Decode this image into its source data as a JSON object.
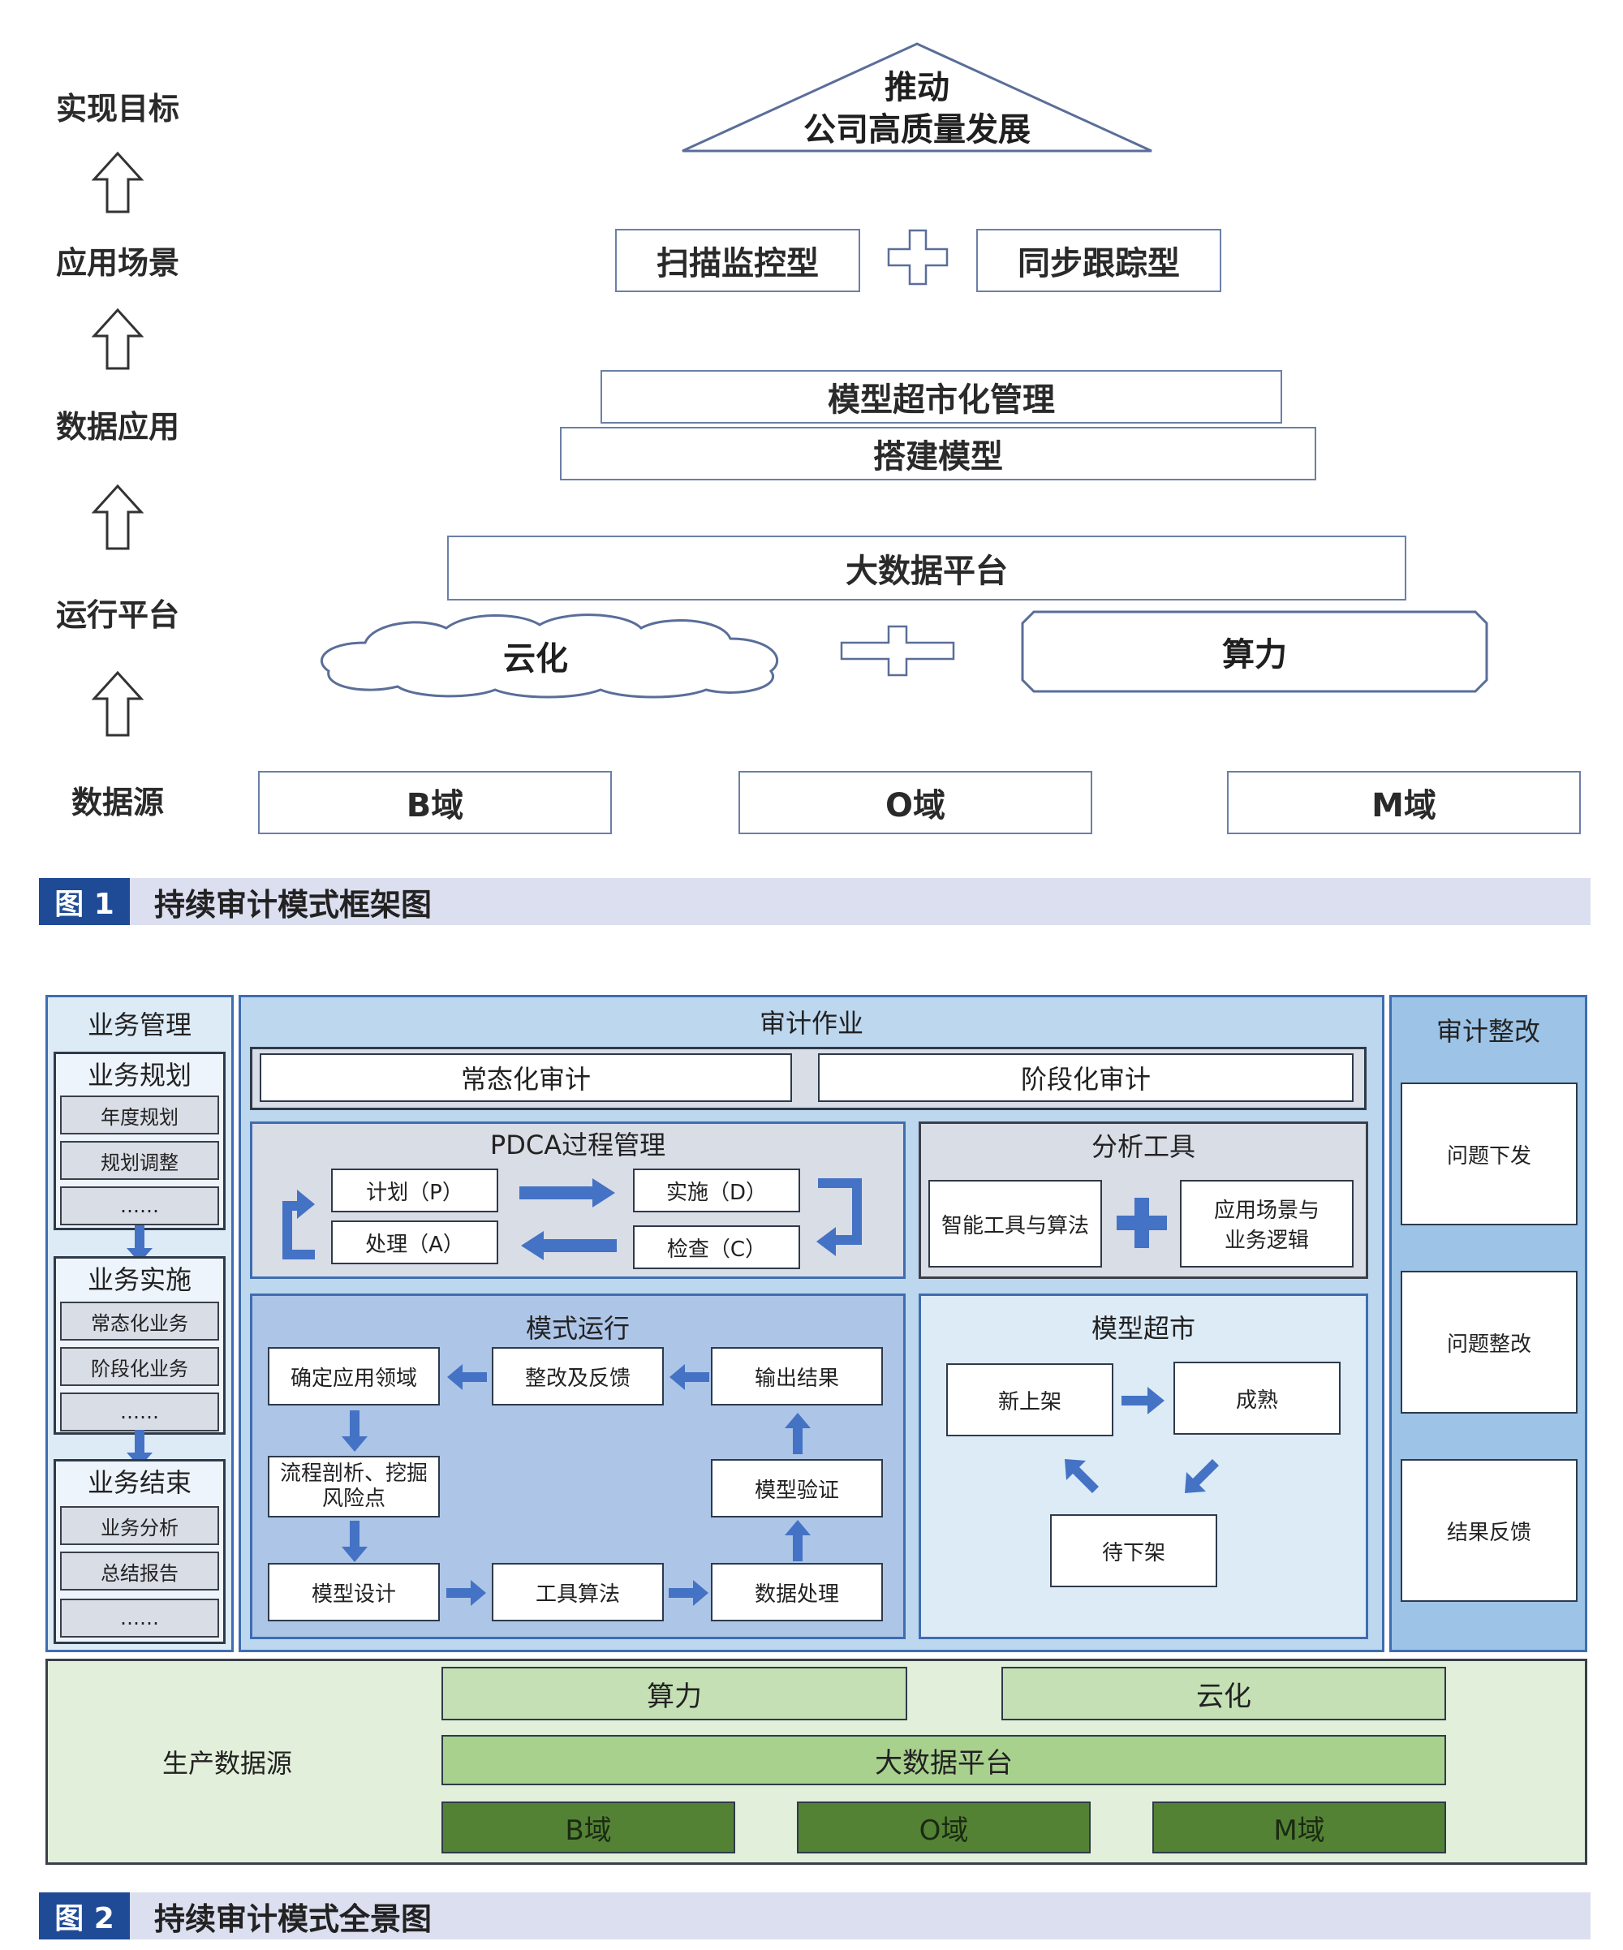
{
  "figure1": {
    "levels": [
      "实现目标",
      "应用场景",
      "数据应用",
      "运行平台",
      "数据源"
    ],
    "goal_line1": "推动",
    "goal_line2": "公司高质量发展",
    "scenario_left": "扫描监控型",
    "scenario_right": "同步跟踪型",
    "model_market": "模型超市化管理",
    "build_model": "搭建模型",
    "big_data": "大数据平台",
    "cloud": "云化",
    "compute": "算力",
    "domain_b": "B域",
    "domain_o": "O域",
    "domain_m": "M域",
    "caption_num": "图 1",
    "caption_text": "持续审计模式框架图"
  },
  "figure2": {
    "biz_mgmt": {
      "title": "业务管理",
      "plan": {
        "title": "业务规划",
        "items": [
          "年度规划",
          "规划调整",
          "……"
        ]
      },
      "impl": {
        "title": "业务实施",
        "items": [
          "常态化业务",
          "阶段化业务",
          "……"
        ]
      },
      "end": {
        "title": "业务结束",
        "items": [
          "业务分析",
          "总结报告",
          "……"
        ]
      }
    },
    "audit_ops": {
      "title": "审计作业",
      "regular": "常态化审计",
      "phase": "阶段化审计",
      "pdca": {
        "title": "PDCA过程管理",
        "plan": "计划（P）",
        "act": "处理（A）",
        "do": "实施（D）",
        "check": "检查（C）"
      },
      "tools": {
        "title": "分析工具",
        "left": "智能工具与算法",
        "right_line1": "应用场景与",
        "right_line2": "业务逻辑"
      },
      "mode": {
        "title": "模式运行",
        "define": "确定应用领域",
        "rectify": "整改及反馈",
        "output": "输出结果",
        "process_line1": "流程剖析、挖掘",
        "process_line2": "风险点",
        "verify": "模型验证",
        "design": "模型设计",
        "tool_algo": "工具算法",
        "data_proc": "数据处理"
      },
      "market": {
        "title": "模型超市",
        "new": "新上架",
        "mature": "成熟",
        "pending": "待下架"
      }
    },
    "rectification": {
      "title": "审计整改",
      "items": [
        "问题下发",
        "问题整改",
        "结果反馈"
      ]
    },
    "production": {
      "label": "生产数据源",
      "compute": "算力",
      "cloud": "云化",
      "big_data": "大数据平台",
      "b": "B域",
      "o": "O域",
      "m": "M域"
    },
    "caption_num": "图 2",
    "caption_text": "持续审计模式全景图"
  },
  "colors": {
    "accent": "#1f4b96",
    "panel_blue": "#bdd7ee",
    "mid_blue": "#9dc3e6",
    "green_light": "#c5e0b4",
    "green_mid": "#a9d18e",
    "green_dark": "#548235",
    "arrow_blue": "#4472c4"
  }
}
